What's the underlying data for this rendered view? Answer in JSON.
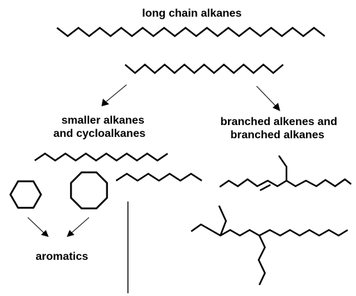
{
  "labels": {
    "top_title": "long chain alkanes",
    "left_title_line1": "smaller alkanes",
    "left_title_line2": "and cycloalkanes",
    "right_title_line1": "branched alkenes and",
    "right_title_line2": "branched alkanes",
    "bottom_label": "aromatics"
  },
  "structures": [
    {
      "id": "long-chain-alkane-top",
      "type": "zigzag-chain"
    },
    {
      "id": "long-chain-alkane-second",
      "type": "zigzag-chain"
    },
    {
      "id": "smaller-alkane-chain",
      "type": "zigzag-chain"
    },
    {
      "id": "short-alkane-chain",
      "type": "zigzag-chain"
    },
    {
      "id": "cyclohexane-ring",
      "type": "hexagon"
    },
    {
      "id": "cyclooctane-ring",
      "type": "octagon"
    },
    {
      "id": "branched-alkene",
      "type": "branched-chain-with-double-bond"
    },
    {
      "id": "branched-alkane",
      "type": "branched-chain"
    }
  ],
  "arrows": [
    {
      "id": "arrow-to-smaller-alkanes"
    },
    {
      "id": "arrow-to-branched-alkenes"
    },
    {
      "id": "arrow-hexagon-to-aromatics"
    },
    {
      "id": "arrow-octagon-to-aromatics"
    }
  ],
  "colors": {
    "ink": "#000000",
    "background": "#ffffff"
  }
}
